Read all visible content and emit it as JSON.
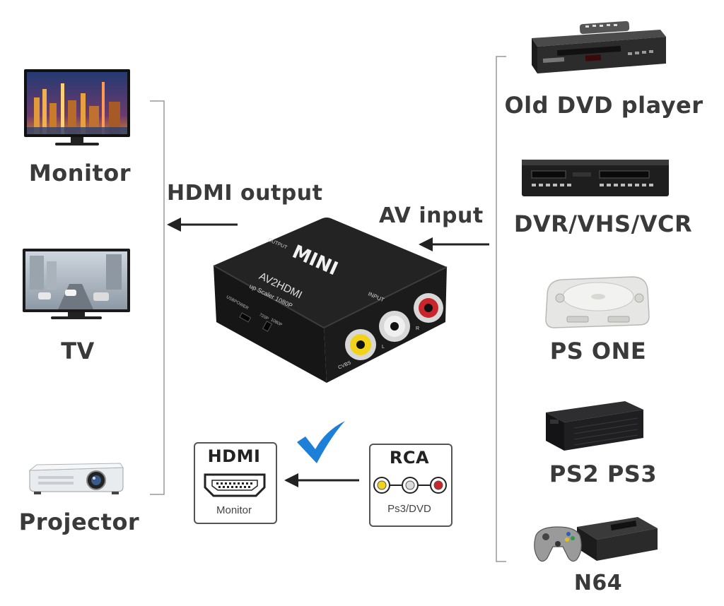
{
  "outputs": [
    {
      "id": "monitor",
      "label": "Monitor"
    },
    {
      "id": "tv",
      "label": "TV"
    },
    {
      "id": "projector",
      "label": "Projector"
    }
  ],
  "inputs": [
    {
      "id": "old-dvd",
      "label": "Old DVD player"
    },
    {
      "id": "dvr",
      "label": "DVR/VHS/VCR"
    },
    {
      "id": "ps-one",
      "label": "PS ONE"
    },
    {
      "id": "ps2-ps3",
      "label": "PS2 PS3"
    },
    {
      "id": "n64",
      "label": "N64"
    }
  ],
  "arrows": {
    "hdmi_output": "HDMI output",
    "av_input": "AV input"
  },
  "device": {
    "brand": "MINI",
    "model": "AV2HDMI",
    "subtitle": "up Scaler 1080P",
    "output_label": "OUTPUT",
    "input_label": "INPUT",
    "usb_label": "USBPOWER",
    "res_720": "720P",
    "res_1080": "1080P",
    "cvbs_label": "CVBS",
    "l_label": "L",
    "r_label": "R"
  },
  "legend": {
    "hdmi_title": "HDMI",
    "hdmi_sub": "Monitor",
    "rca_title": "RCA",
    "rca_sub": "Ps3/DVD"
  },
  "colors": {
    "text": "#3a3a3a",
    "device_body": "#1c1c1c",
    "check": "#1e7fd8",
    "rca_yellow": "#f2d21b",
    "rca_white": "#dcdcdc",
    "rca_red": "#c8262b"
  }
}
